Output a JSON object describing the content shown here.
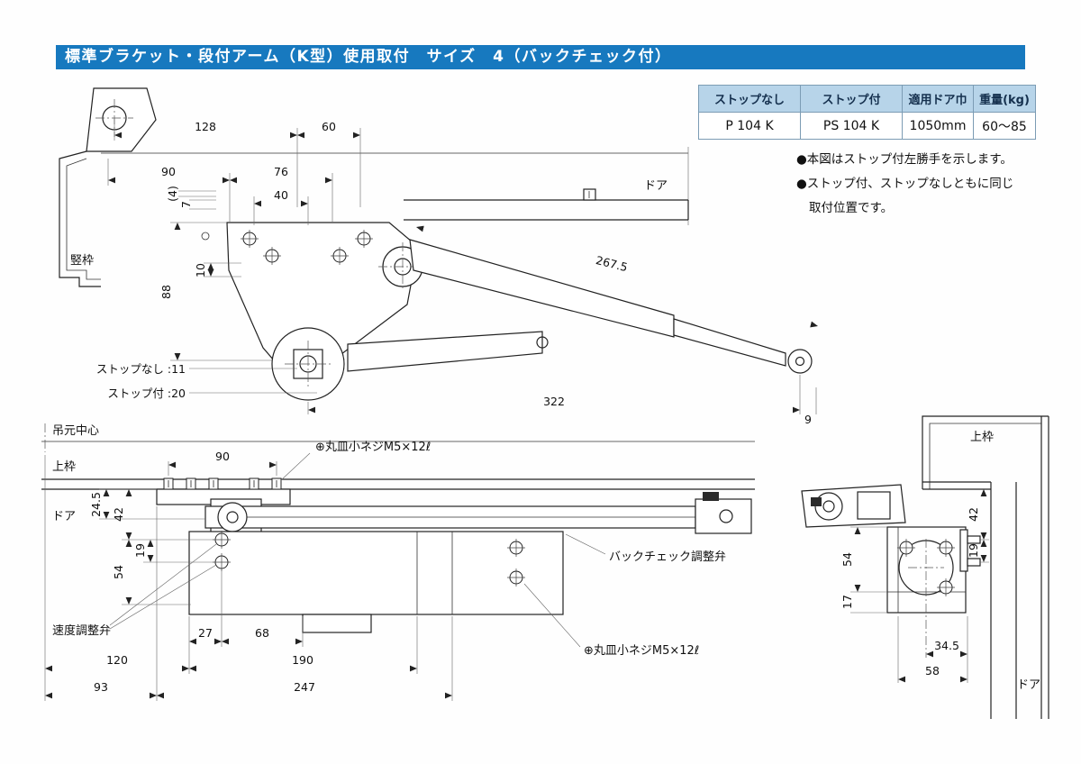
{
  "header": {
    "title": "標準ブラケット・段付アーム（K型）使用取付　サイズ　4（バックチェック付）"
  },
  "spec_table": {
    "headers": [
      "ストップなし",
      "ストップ付",
      "適用ドア巾",
      "重量(kg)"
    ],
    "row": [
      "P 104 K",
      "PS 104 K",
      "1050mm",
      "60〜85"
    ]
  },
  "notes": {
    "line1": "●本図はストップ付左勝手を示します。",
    "line2": "●ストップ付、ストップなしともに同じ",
    "line3": "取付位置です。"
  },
  "top_view": {
    "labels": {
      "door": "ドア",
      "jamb": "竪枠",
      "stop_none": "ストップなし :11",
      "stop_with": "ストップ付 :20"
    },
    "dims": {
      "d128": "128",
      "d60": "60",
      "d90": "90",
      "d76": "76",
      "d40": "40",
      "d4": "(4)",
      "d7": "7",
      "d10": "10",
      "d88": "88",
      "d2675": "267.5",
      "d322": "322",
      "d9": "9"
    }
  },
  "front_view": {
    "labels": {
      "hinge_center": "吊元中心",
      "head": "上枠",
      "door": "ドア",
      "screw_top": "⊕丸皿小ネジM5×12ℓ",
      "screw_bottom": "⊕丸皿小ネジM5×12ℓ",
      "backcheck": "バックチェック調整弁",
      "speed": "速度調整弁"
    },
    "dims": {
      "d90": "90",
      "d245": "24.5",
      "d42": "42",
      "d19": "19",
      "d54": "54",
      "d27": "27",
      "d68": "68",
      "d120": "120",
      "d190": "190",
      "d93": "93",
      "d247": "247"
    }
  },
  "side_view": {
    "labels": {
      "head": "上枠",
      "door": "ドア"
    },
    "dims": {
      "d42": "42",
      "d19": "19",
      "d54": "54",
      "d17": "17",
      "d345": "34.5",
      "d58": "58"
    }
  }
}
